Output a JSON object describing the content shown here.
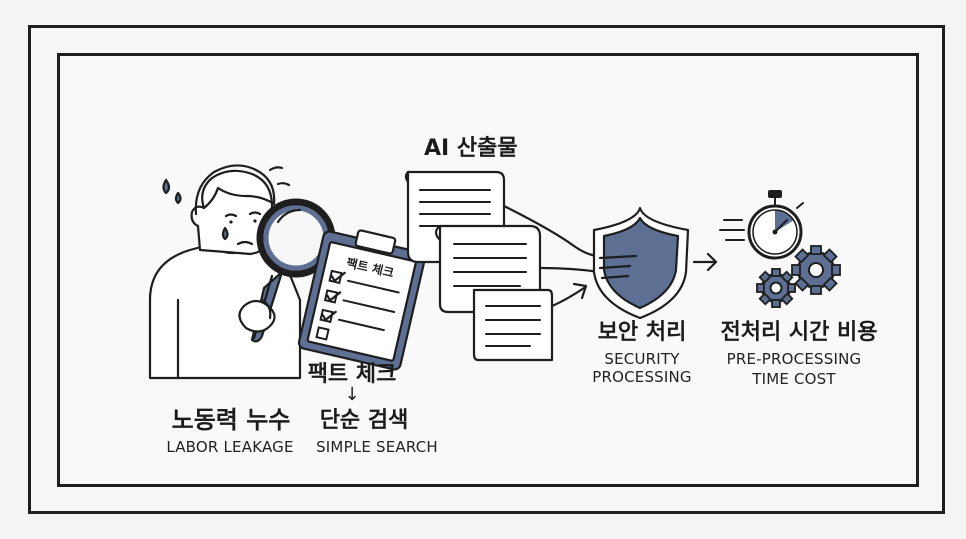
{
  "labels": {
    "ai_output_title": "AI 산출물",
    "clipboard_title": "팩트 체크",
    "fact_check_ko": "팩트 체크",
    "arrow_down": "↓",
    "simple_search_ko": "단순 검색",
    "simple_search_en": "SIMPLE SEARCH",
    "labor_leakage_ko": "노동력 누수",
    "labor_leakage_en": "LABOR LEAKAGE",
    "security_ko": "보안 처리",
    "security_en_line1": "SECURITY",
    "security_en_line2": "PROCESSING",
    "preprocessing_ko": "전처리 시간 비용",
    "preprocessing_en_line1": "PRE-PROCESSING",
    "preprocessing_en_line2": "TIME COST"
  },
  "colors": {
    "ink": "#1e1e1e",
    "accent_blue": "#5d6f93",
    "paper": "#ffffff",
    "background": "#f4f4f4"
  },
  "icons": [
    "worried-person-icon",
    "magnifying-glass-icon",
    "clipboard-checklist-icon",
    "document-stack-icon",
    "shield-icon",
    "stopwatch-icon",
    "gears-icon",
    "arrow-right-icon"
  ]
}
